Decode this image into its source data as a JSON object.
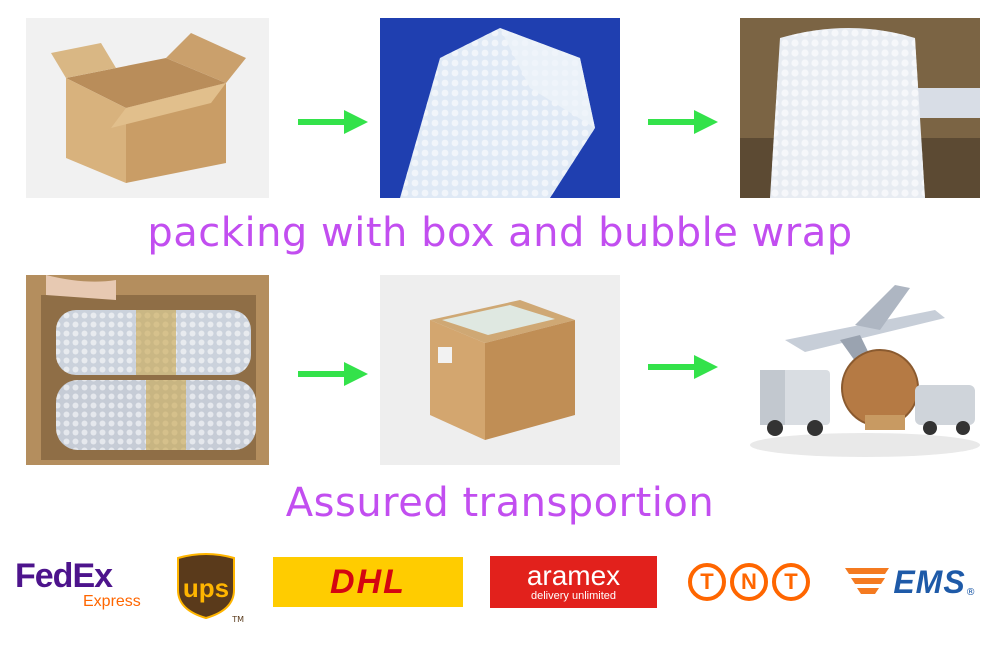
{
  "captions": {
    "packing": "packing with box and bubble wrap",
    "transport": "Assured transportion"
  },
  "photos": [
    {
      "name": "open-cardboard-box"
    },
    {
      "name": "bubble-wrap-sheet"
    },
    {
      "name": "bubble-wrapped-item"
    },
    {
      "name": "wrapped-items-in-box"
    },
    {
      "name": "sealed-shipping-box"
    },
    {
      "name": "shipping-plane-trucks"
    }
  ],
  "icons": [
    "arrow-right-icon"
  ],
  "carriers": {
    "fedex": {
      "brand": "FedEx",
      "sub": "Express"
    },
    "ups": {
      "brand": "ups",
      "mark": "TM"
    },
    "dhl": {
      "brand": "DHL"
    },
    "aramex": {
      "brand": "aramex",
      "sub": "delivery unlimited"
    },
    "tnt": {
      "letters": [
        "T",
        "N",
        "T"
      ]
    },
    "ems": {
      "brand": "EMS",
      "mark": "®"
    }
  },
  "colors": {
    "caption": "#c24ef0",
    "arrow": "#33e24a",
    "fedex_purple": "#4d148c",
    "fedex_orange": "#ff6600",
    "ups_brown": "#5a3a1b",
    "ups_gold": "#ffb500",
    "dhl_yellow": "#ffcc00",
    "dhl_red": "#d40511",
    "aramex_red": "#e2211c",
    "tnt_orange": "#ff6600",
    "ems_blue": "#1e5aa8",
    "ems_orange": "#f47a20"
  }
}
